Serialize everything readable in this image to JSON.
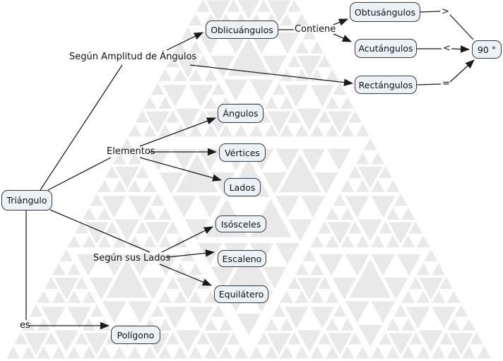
{
  "colors": {
    "node_fill": "#ecf2f7",
    "node_border": "#333a40",
    "line": "#1a1a1a",
    "text": "#111111",
    "watermark_gray": "#e9e9e9"
  },
  "background": {
    "watermark_icon": "sierpinski-triangle-watermark"
  },
  "nodes": {
    "triangulo": "Triángulo",
    "oblicuangulos": "Oblicuángulos",
    "obtusangulos": "Obtusángulos",
    "acutangulos": "Acutángulos",
    "rectangulos": "Rectángulos",
    "noventa": "90 °",
    "angulos": "Ángulos",
    "vertices": "Vértices",
    "lados": "Lados",
    "isosceles": "Isósceles",
    "escaleno": "Escaleno",
    "equilatero": "Equilátero",
    "poligono": "Polígono"
  },
  "linking_phrases": {
    "segun_amplitud": "Según Amplitud de Ángulos",
    "contiene": "Contiene",
    "mayor_que": ">",
    "menor_que": "<",
    "igual": "=",
    "elementos": "Elementos",
    "segun_sus_lados": "Según sus Lados",
    "es": "es"
  }
}
